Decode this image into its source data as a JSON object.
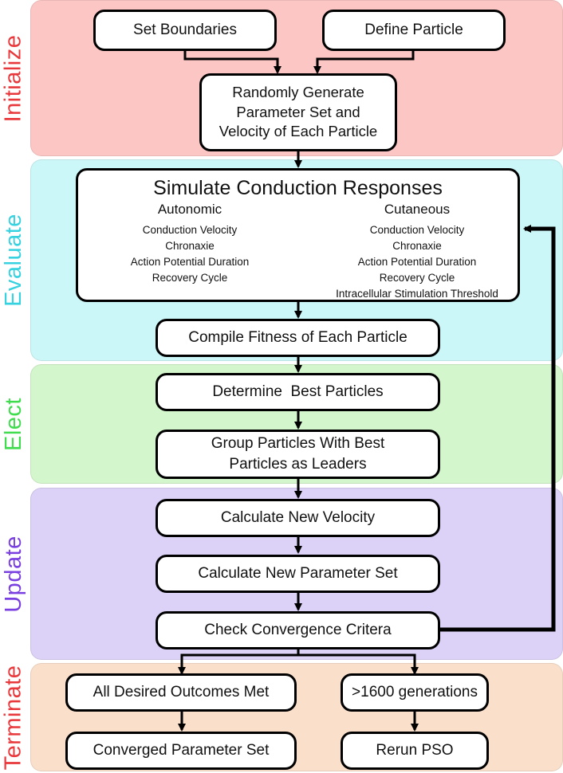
{
  "stages": {
    "initialize": "Initialize",
    "evaluate": "Evaluate",
    "elect": "Elect",
    "update": "Update",
    "terminate": "Terminate"
  },
  "stage_colors": {
    "initialize": "#e8383b",
    "evaluate": "#36d2e0",
    "elect": "#3fdc4e",
    "update": "#7a3fe0",
    "terminate": "#e8383b"
  },
  "nodes": {
    "set_boundaries": "Set Boundaries",
    "define_particle": "Define Particle",
    "random_generate": "Randomly Generate\nParameter Set and\nVelocity of Each Particle",
    "simulate": {
      "title": "Simulate Conduction Responses",
      "autonomic": {
        "heading": "Autonomic",
        "items": [
          "Conduction Velocity",
          "Chronaxie",
          "Action Potential Duration",
          "Recovery Cycle"
        ]
      },
      "cutaneous": {
        "heading": "Cutaneous",
        "items": [
          "Conduction Velocity",
          "Chronaxie",
          "Action Potential Duration",
          "Recovery Cycle",
          "Intracellular Stimulation Threshold"
        ]
      }
    },
    "compile_fitness": "Compile Fitness of Each Particle",
    "determine_best": "Determine  Best Particles",
    "group_particles": "Group Particles With Best\nParticles as Leaders",
    "calc_velocity": "Calculate New Velocity",
    "calc_params": "Calculate New Parameter Set",
    "check_convergence": "Check Convergence Critera",
    "outcomes_met": "All Desired Outcomes Met",
    "generations": ">1600 generations",
    "converged": "Converged Parameter Set",
    "rerun": "Rerun PSO"
  }
}
